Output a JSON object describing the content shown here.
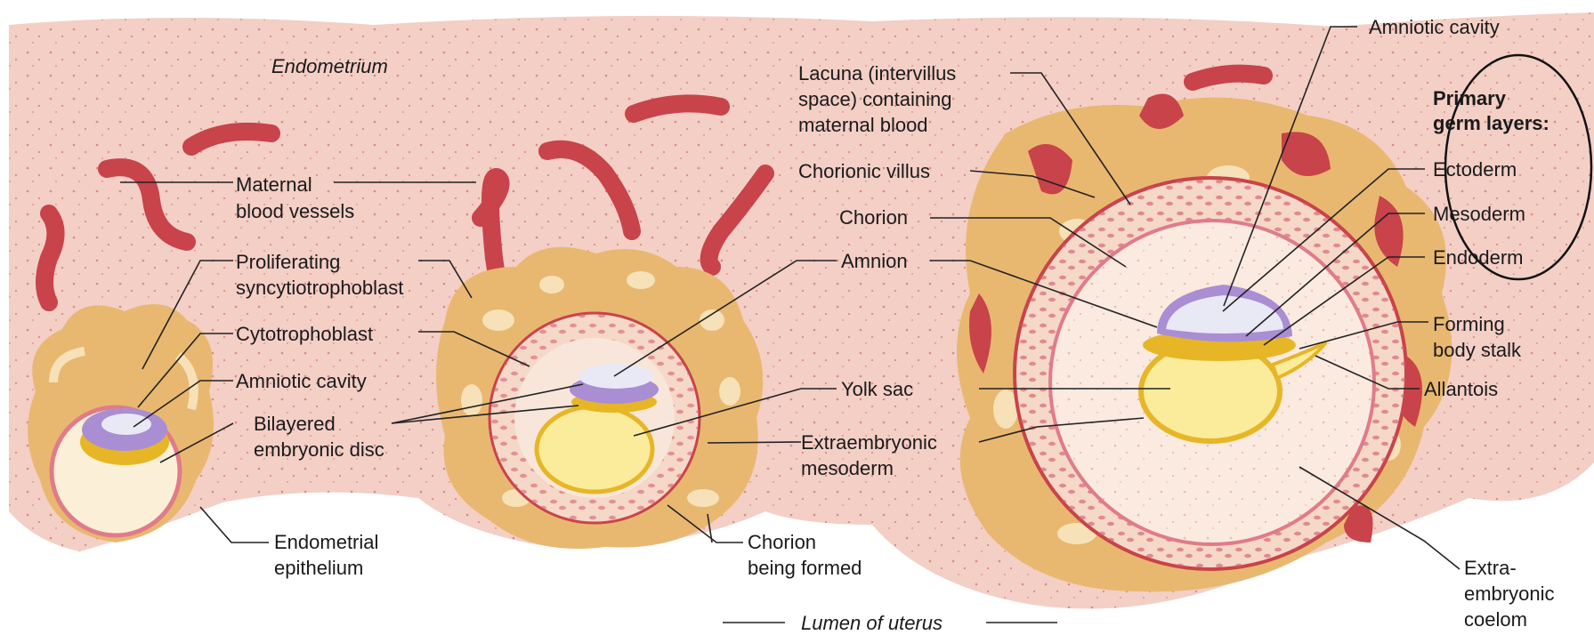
{
  "labels": {
    "endometrium": "Endometrium",
    "maternal_blood_vessels": [
      "Maternal",
      "blood vessels"
    ],
    "proliferating_syncytiotrophoblast": [
      "Proliferating",
      "syncytiotrophoblast"
    ],
    "cytotrophoblast": "Cytotrophoblast",
    "amniotic_cavity_left": "Amniotic cavity",
    "bilayered_embryonic_disc": [
      "Bilayered",
      "embryonic disc"
    ],
    "endometrial_epithelium": [
      "Endometrial",
      "epithelium"
    ],
    "amnion": "Amnion",
    "yolk_sac": "Yolk sac",
    "extraembryonic_mesoderm": [
      "Extraembryonic",
      "mesoderm"
    ],
    "chorion_being_formed": [
      "Chorion",
      "being formed"
    ],
    "lumen_of_uterus": "Lumen of uterus",
    "lacuna": [
      "Lacuna (intervillus",
      "space) containing",
      "maternal blood"
    ],
    "chorionic_villus": "Chorionic villus",
    "chorion": "Chorion",
    "amniotic_cavity_right": "Amniotic cavity",
    "primary_germ_layers": [
      "Primary",
      "germ layers:"
    ],
    "ectoderm": "Ectoderm",
    "mesoderm": "Mesoderm",
    "endoderm": "Endoderm",
    "forming_body_stalk": [
      "Forming",
      "body stalk"
    ],
    "allantois": "Allantois",
    "extraembryonic_coelom": [
      "Extra-",
      "embryonic",
      "coelom"
    ]
  },
  "colors": {
    "endometrium": "#f3cfc6",
    "blood_vessel": "#c8434a",
    "syncytiotrophoblast": "#e8b870",
    "chorion_tissue": "#f5d8c7",
    "cytotrophoblast": "#e07b8a",
    "amniotic_cavity": "#e9e8f5",
    "ectoderm": "#a98ed3",
    "endoderm": "#e7b626",
    "yolk": "#fbec9c",
    "coelom": "#faeae0",
    "leader": "#222222"
  }
}
